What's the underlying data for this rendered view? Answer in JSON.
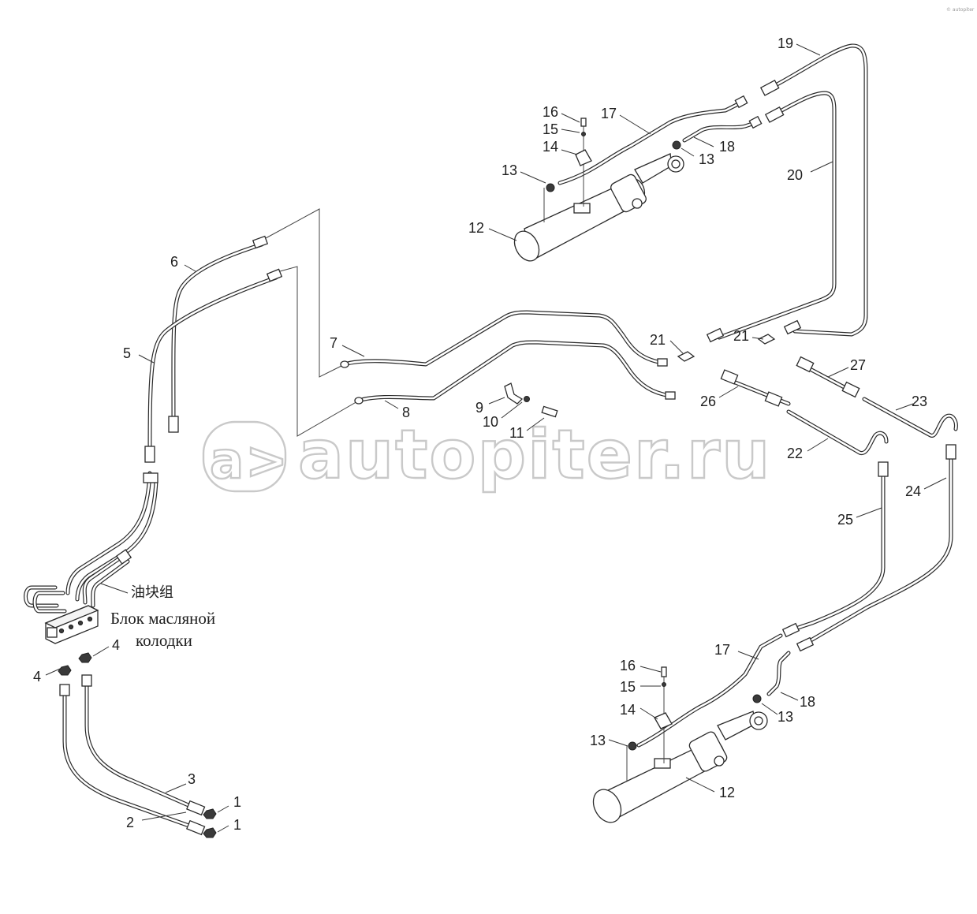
{
  "diagram": {
    "part_numbers": {
      "p1a": "1",
      "p1b": "1",
      "p2": "2",
      "p3": "3",
      "p4a": "4",
      "p4b": "4",
      "p5": "5",
      "p6": "6",
      "p7": "7",
      "p8": "8",
      "p9": "9",
      "p10": "10",
      "p11": "11",
      "p12a": "12",
      "p12b": "12",
      "p13a": "13",
      "p13b": "13",
      "p13c": "13",
      "p13d": "13",
      "p14a": "14",
      "p14b": "14",
      "p15a": "15",
      "p15b": "15",
      "p16a": "16",
      "p16b": "16",
      "p17a": "17",
      "p17b": "17",
      "p18a": "18",
      "p18b": "18",
      "p19": "19",
      "p20": "20",
      "p21a": "21",
      "p21b": "21",
      "p22": "22",
      "p23": "23",
      "p24": "24",
      "p25": "25",
      "p26": "26",
      "p27": "27"
    },
    "oil_block_label_zh": "油块组",
    "oil_block_label_ru_line1": "Блок масляной",
    "oil_block_label_ru_line2": "колодки"
  },
  "watermark": {
    "logo_symbol": "a>",
    "text": "autopiter.ru"
  },
  "corner_mark": "© autopiter"
}
